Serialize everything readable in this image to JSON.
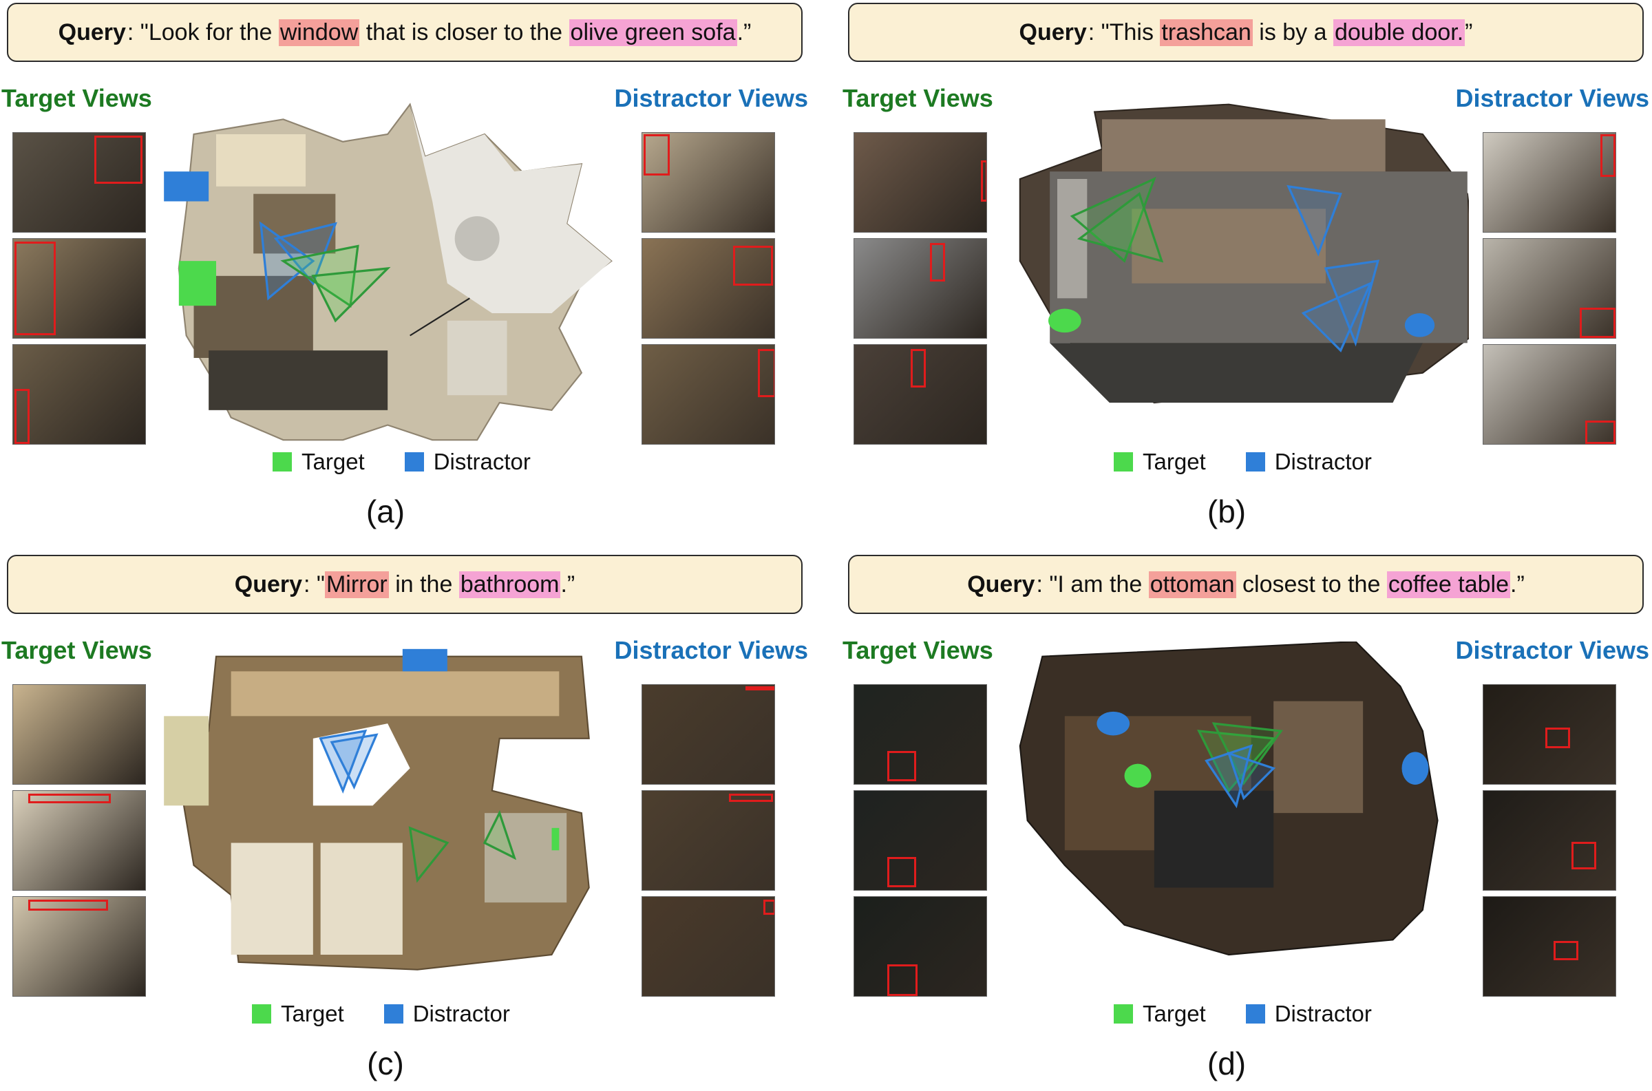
{
  "figure": {
    "panels": [
      {
        "id": "a",
        "query_label": "Query",
        "query_parts": [
          {
            "text": ": \"Look for the ",
            "hl": ""
          },
          {
            "text": "window",
            "hl": "red"
          },
          {
            "text": " that is closer to the ",
            "hl": ""
          },
          {
            "text": "olive green sofa",
            "hl": "pink"
          },
          {
            "text": ".”",
            "hl": ""
          }
        ],
        "target_header": "Target Views",
        "distractor_header": "Distractor Views",
        "legend_target": "Target",
        "legend_distractor": "Distractor",
        "caption": "(a)"
      },
      {
        "id": "b",
        "query_label": "Query",
        "query_parts": [
          {
            "text": ": \"This ",
            "hl": ""
          },
          {
            "text": "trashcan",
            "hl": "red"
          },
          {
            "text": " is by a ",
            "hl": ""
          },
          {
            "text": "double door.",
            "hl": "pink"
          },
          {
            "text": "”",
            "hl": ""
          }
        ],
        "target_header": "Target Views",
        "distractor_header": "Distractor Views",
        "legend_target": "Target",
        "legend_distractor": "Distractor",
        "caption": "(b)"
      },
      {
        "id": "c",
        "query_label": "Query",
        "query_parts": [
          {
            "text": ": \"",
            "hl": ""
          },
          {
            "text": "Mirror",
            "hl": "red"
          },
          {
            "text": " in the ",
            "hl": ""
          },
          {
            "text": "bathroom",
            "hl": "pink"
          },
          {
            "text": ".”",
            "hl": ""
          }
        ],
        "target_header": "Target Views",
        "distractor_header": "Distractor Views",
        "legend_target": "Target",
        "legend_distractor": "Distractor",
        "caption": "(c)"
      },
      {
        "id": "d",
        "query_label": "Query",
        "query_parts": [
          {
            "text": ": \"I am the ",
            "hl": ""
          },
          {
            "text": "ottoman",
            "hl": "red"
          },
          {
            "text": " closest to the ",
            "hl": ""
          },
          {
            "text": "coffee table",
            "hl": "pink"
          },
          {
            "text": ".”",
            "hl": ""
          }
        ],
        "target_header": "Target Views",
        "distractor_header": "Distractor Views",
        "legend_target": "Target",
        "legend_distractor": "Distractor",
        "caption": "(d)"
      }
    ]
  },
  "colors": {
    "target_green": "#4cd94c",
    "distractor_blue": "#2f7fd8",
    "query_bg": "#fbf0d4",
    "highlight_red": "#f4a09a",
    "highlight_pink": "#f5a3d4",
    "header_green": "#1d7a22",
    "header_blue": "#1a71b8",
    "bbox_red": "#e01c1c"
  }
}
